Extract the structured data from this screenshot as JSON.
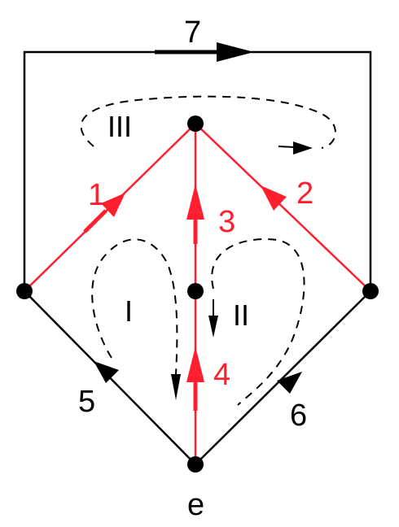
{
  "colors": {
    "tree_edge": "#ff1f2e",
    "cotree_edge": "#000000",
    "vertex": "#000000",
    "loop": "#000000"
  },
  "edges": [
    {
      "id": "1",
      "label": "1",
      "kind": "tree"
    },
    {
      "id": "2",
      "label": "2",
      "kind": "tree"
    },
    {
      "id": "3",
      "label": "3",
      "kind": "tree"
    },
    {
      "id": "4",
      "label": "4",
      "kind": "tree"
    },
    {
      "id": "5",
      "label": "5",
      "kind": "cotree"
    },
    {
      "id": "6",
      "label": "6",
      "kind": "cotree"
    },
    {
      "id": "7",
      "label": "7",
      "kind": "cotree"
    }
  ],
  "loops": [
    {
      "id": "I",
      "label": "I"
    },
    {
      "id": "II",
      "label": "II"
    },
    {
      "id": "III",
      "label": "III"
    }
  ],
  "vertices": [
    {
      "id": "top"
    },
    {
      "id": "left"
    },
    {
      "id": "center"
    },
    {
      "id": "right"
    },
    {
      "id": "bottom",
      "label": "e"
    }
  ]
}
